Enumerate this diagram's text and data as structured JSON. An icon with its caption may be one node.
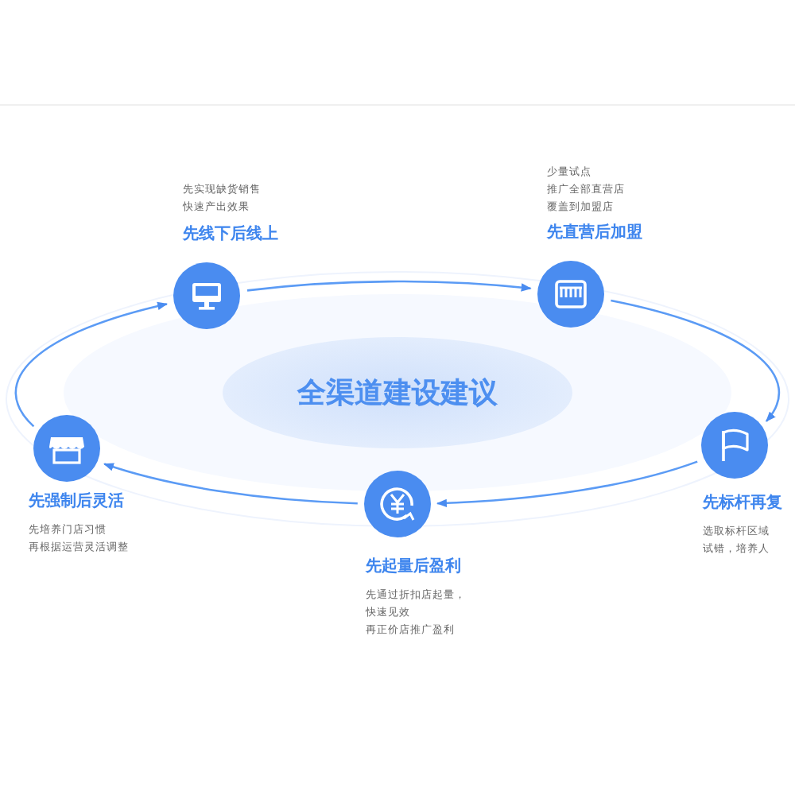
{
  "diagram": {
    "nodes": [
      {
        "text": [
          "全渠道建设建议"
        ]
      },
      {
        "text": [
          "先实现缺货销售",
          "快速产出效果",
          "先线下后线上"
        ]
      },
      {
        "text": [
          "少量试点",
          "推广全部直营店",
          "覆盖到加盟店",
          "先直营后加盟"
        ]
      },
      {
        "text": [
          "先强制后灵活",
          "先培养门店习惯",
          "再根据运营灵活调整"
        ]
      },
      {
        "text": [
          "先标杆再复",
          "选取标杆区域",
          "试错，培养人"
        ]
      },
      {
        "text": [
          "先起量后盈利",
          "先通过折扣店起量，",
          "快速见效",
          "再正价店推广盈利"
        ]
      }
    ],
    "edges": [
      {
        "from": 1,
        "to": 2,
        "arrow": "to"
      },
      {
        "from": 2,
        "to": 4,
        "arrow": "to"
      },
      {
        "from": 4,
        "to": 5,
        "arrow": "to"
      },
      {
        "from": 5,
        "to": 3,
        "arrow": "to"
      },
      {
        "from": 3,
        "to": 1,
        "arrow": "to"
      }
    ]
  }
}
